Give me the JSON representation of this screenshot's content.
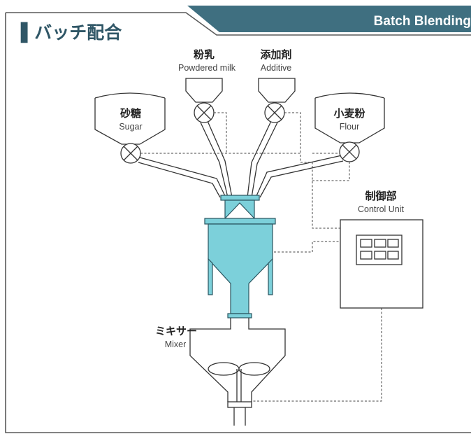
{
  "header": {
    "title_ja": "▌バッチ配合",
    "title_en": "Batch Blending",
    "band_color": "#3f6f80",
    "accent_color": "#2f5666"
  },
  "labels": {
    "milk_ja": "粉乳",
    "milk_en": "Powdered milk",
    "additive_ja": "添加剤",
    "additive_en": "Additive",
    "sugar_ja": "砂糖",
    "sugar_en": "Sugar",
    "flour_ja": "小麦粉",
    "flour_en": "Flour",
    "control_ja": "制御部",
    "control_en": "Control Unit",
    "mixer_ja": "ミキサー",
    "mixer_en": "Mixer"
  },
  "colors": {
    "tank_fill": "#7cd0da",
    "line": "#333333"
  }
}
